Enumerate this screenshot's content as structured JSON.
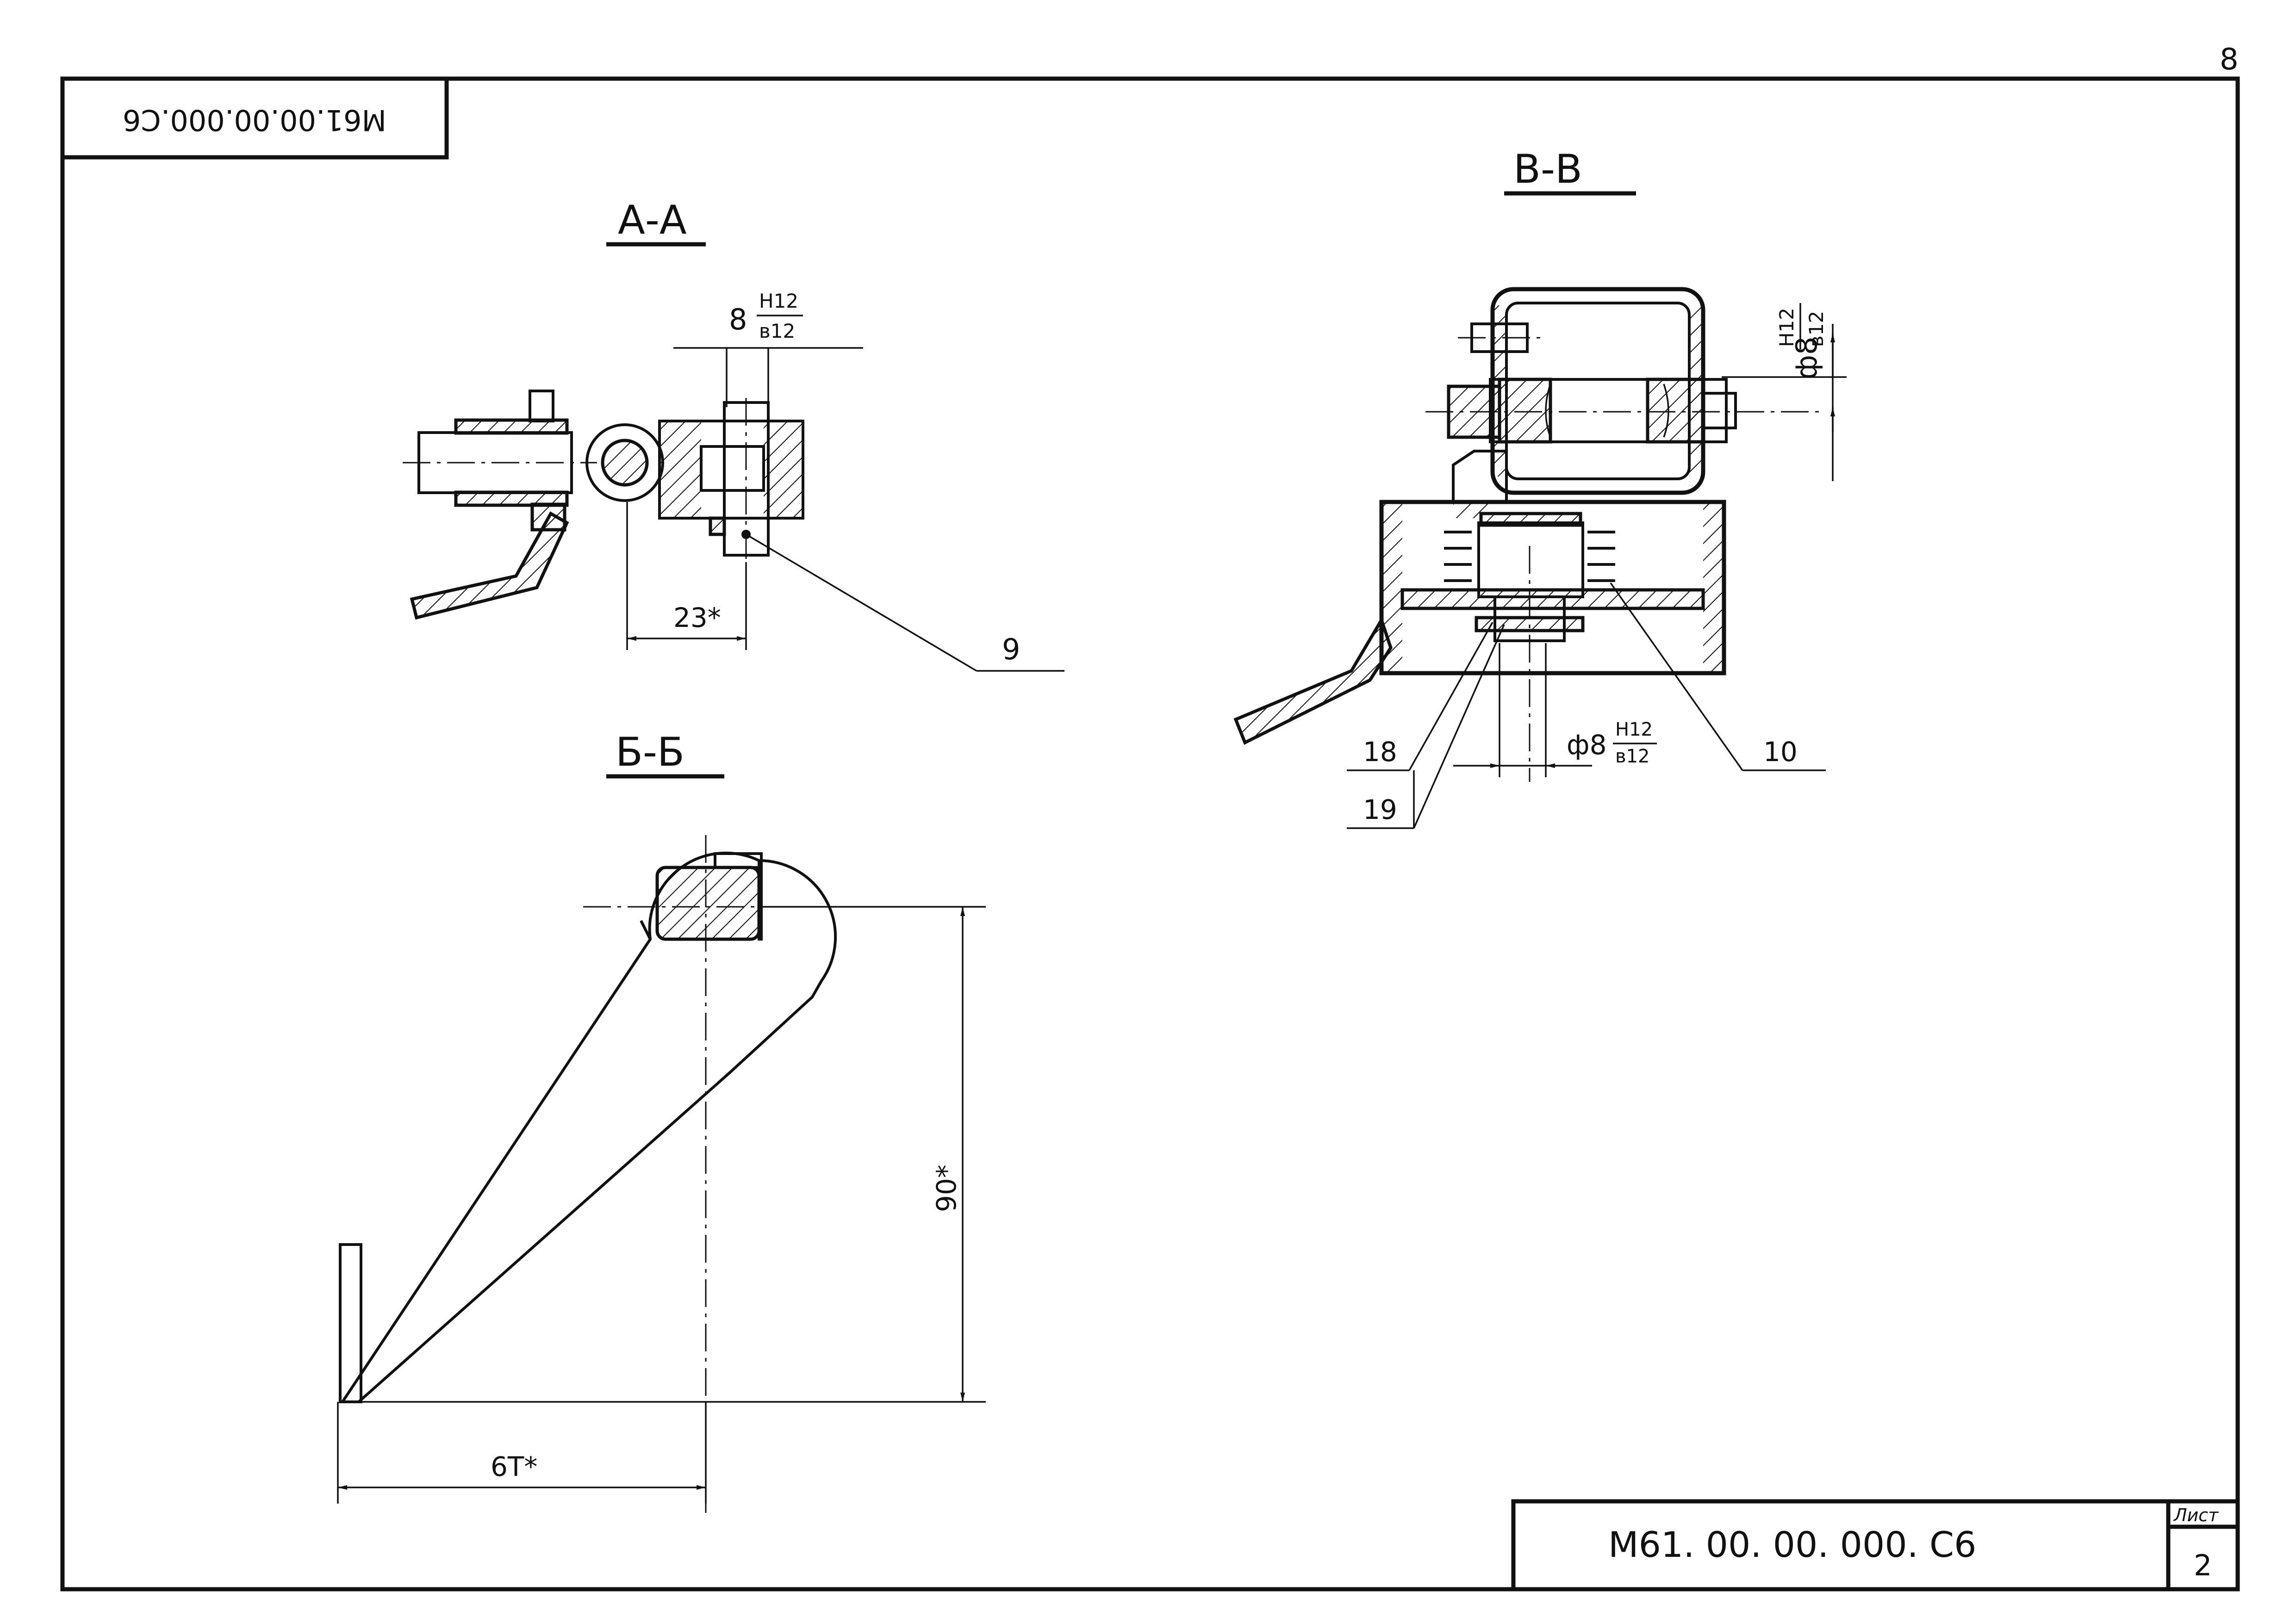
{
  "sheet_corner_number": "8",
  "stamp_rotated": "М61.00.00.000.С6",
  "sections": {
    "aa": {
      "title": "А-А",
      "fit": "8",
      "fit_hole": "Н12",
      "fit_shaft": "в12",
      "dim_23": "23*",
      "callout_9": "9"
    },
    "bb": {
      "title": "В-В",
      "fit_phi": "ф8",
      "fit_hole": "Н12",
      "fit_shaft": "в12",
      "fit2_phi": "ф8",
      "fit2_hole": "Н12",
      "fit2_shaft": "в12",
      "callout_18": "18",
      "callout_19": "19",
      "callout_10": "10"
    },
    "bb2": {
      "title": "Б-Б",
      "dim_90": "90*",
      "dim_67": "6Т*"
    }
  },
  "title_block": {
    "designation": "М61. 00. 00. 000. С6",
    "sheet_label": "Лист",
    "sheet_no": "2"
  }
}
